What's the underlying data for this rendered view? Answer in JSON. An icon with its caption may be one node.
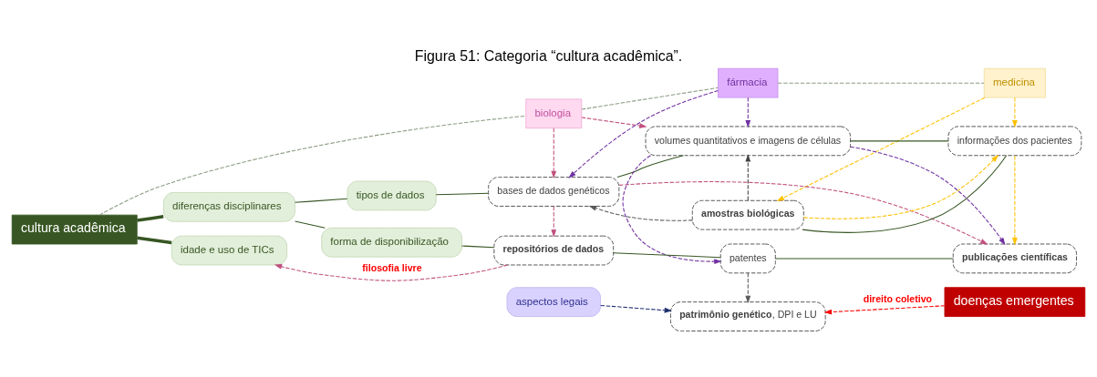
{
  "diagram": {
    "title": "Figura 51: Categoria “cultura acadêmica”.",
    "nodes": [
      {
        "text": [
          "cultura acadêmica"
        ]
      },
      {
        "text": [
          "biologia"
        ]
      },
      {
        "text": [
          "fármacia"
        ]
      },
      {
        "text": [
          "medicina"
        ]
      },
      {
        "text": [
          "diferenças disciplinares"
        ]
      },
      {
        "text": [
          "tipos de dados"
        ]
      },
      {
        "text": [
          "forma de disponibilização"
        ]
      },
      {
        "text": [
          "idade e uso de TICs"
        ]
      },
      {
        "text": [
          "bases de dados genéticos"
        ]
      },
      {
        "text": [
          "amostras biológicas"
        ]
      },
      {
        "text": [
          "volumes quantitativos e imagens de células"
        ]
      },
      {
        "text": [
          "informações dos pacientes"
        ]
      },
      {
        "text": [
          "repositórios de dados"
        ]
      },
      {
        "text": [
          "patentes"
        ]
      },
      {
        "text": [
          "publicações científicas"
        ]
      },
      {
        "text": [
          "aspectos legais"
        ]
      },
      {
        "text": [
          "**patrimônio genético**, DPI e LU"
        ]
      },
      {
        "text": [
          "doenças emergentes"
        ]
      }
    ],
    "edges": [
      {
        "from": 0,
        "to": 1,
        "arrow": "none",
        "style": "dashed",
        "color": "#8a9a80"
      },
      {
        "from": 1,
        "to": 2,
        "arrow": "none",
        "style": "dashed",
        "color": "#8a9a80"
      },
      {
        "from": 2,
        "to": 3,
        "arrow": "none",
        "style": "dashed",
        "color": "#8a9a80"
      },
      {
        "from": 0,
        "to": 4,
        "arrow": "none",
        "style": "thick"
      },
      {
        "from": 0,
        "to": 7,
        "arrow": "none",
        "style": "thick"
      },
      {
        "from": 4,
        "to": 5,
        "arrow": "none"
      },
      {
        "from": 4,
        "to": 6,
        "arrow": "none"
      },
      {
        "from": 5,
        "to": 8,
        "arrow": "none"
      },
      {
        "from": 8,
        "to": 10,
        "arrow": "none"
      },
      {
        "from": 10,
        "to": 11,
        "arrow": "none"
      },
      {
        "from": 9,
        "to": 11,
        "arrow": "none"
      },
      {
        "from": 6,
        "to": 12,
        "arrow": "none"
      },
      {
        "from": 12,
        "to": 13,
        "arrow": "none"
      },
      {
        "from": 13,
        "to": 14,
        "arrow": "none"
      },
      {
        "from": 1,
        "to": 8,
        "arrow": "to",
        "style": "dashed",
        "color": "#c0507e"
      },
      {
        "from": 1,
        "to": 10,
        "arrow": "to",
        "style": "dashed",
        "color": "#c0507e"
      },
      {
        "from": 2,
        "to": 8,
        "arrow": "to",
        "style": "dashed",
        "color": "#7030a0"
      },
      {
        "from": 2,
        "to": 10,
        "arrow": "to",
        "style": "dashed",
        "color": "#7030a0"
      },
      {
        "from": 9,
        "to": 8,
        "arrow": "to",
        "style": "dashed",
        "color": "#595959"
      },
      {
        "from": 9,
        "to": 10,
        "arrow": "to",
        "style": "dashed",
        "color": "#404040"
      },
      {
        "from": 3,
        "to": 9,
        "arrow": "to",
        "style": "dashed",
        "color": "#ffc000"
      },
      {
        "from": 3,
        "to": 11,
        "arrow": "to",
        "style": "dashed",
        "color": "#ffc000"
      },
      {
        "from": 9,
        "to": 11,
        "arrow": "to",
        "style": "dashed",
        "color": "#ffc000"
      },
      {
        "from": 11,
        "to": 14,
        "arrow": "to",
        "style": "dashed",
        "color": "#ffc000"
      },
      {
        "from": 8,
        "to": 12,
        "arrow": "to",
        "style": "dashed",
        "color": "#c0507e"
      },
      {
        "from": 8,
        "to": 14,
        "arrow": "to",
        "style": "dashed",
        "color": "#c0507e"
      },
      {
        "from": 10,
        "to": 13,
        "arrow": "to",
        "style": "dashed",
        "color": "#7030a0"
      },
      {
        "from": 10,
        "to": 14,
        "arrow": "to",
        "style": "dashed",
        "color": "#7030a0"
      },
      {
        "from": 12,
        "to": 7,
        "arrow": "to",
        "style": "dashed",
        "color": "#c0507e",
        "label": "filosofia livre"
      },
      {
        "from": 13,
        "to": 16,
        "arrow": "to",
        "style": "dashed",
        "color": "#595959"
      },
      {
        "from": 15,
        "to": 16,
        "arrow": "to",
        "style": "dashed",
        "color": "#1f3070"
      },
      {
        "from": 17,
        "to": 16,
        "arrow": "to",
        "style": "dashed",
        "color": "#ff0000",
        "label": "direito coletivo"
      }
    ]
  }
}
